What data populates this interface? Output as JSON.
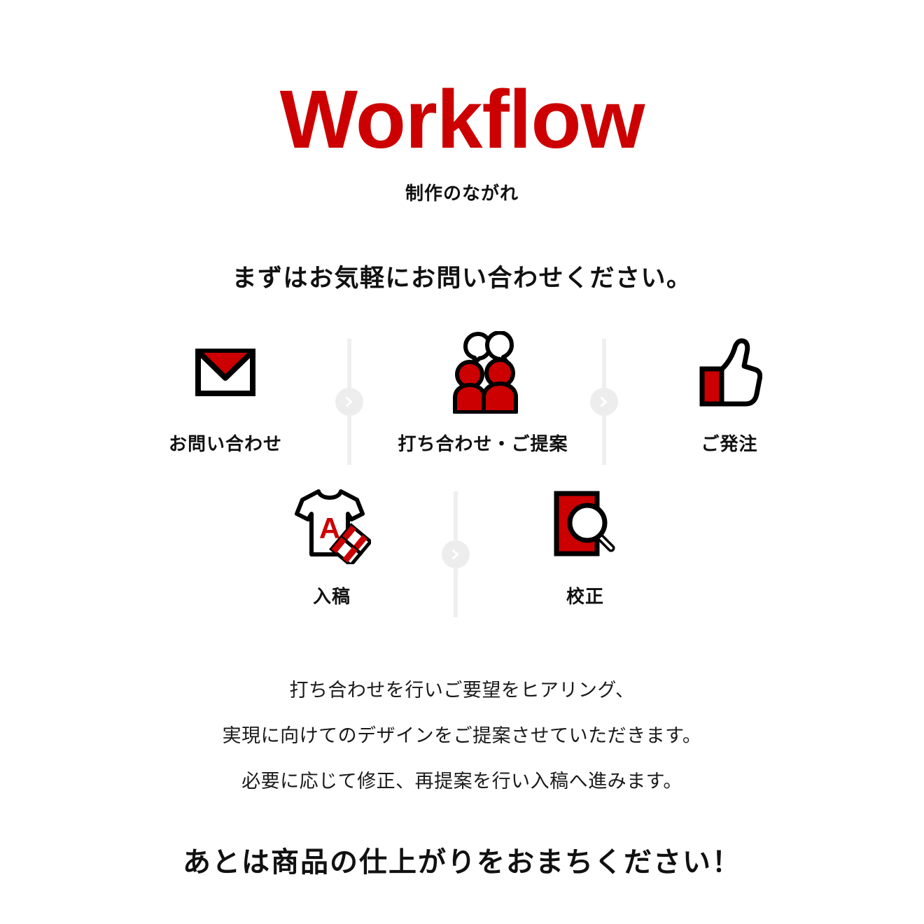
{
  "header": {
    "title": "Workflow",
    "title_color": "#CC0000",
    "subtitle": "制作のながれ"
  },
  "lead": "まずはお気軽にお問い合わせください。",
  "steps": [
    {
      "id": 1,
      "icon": "envelope-icon",
      "label": "お問い合わせ"
    },
    {
      "id": 2,
      "icon": "meeting-people-icon",
      "label": "打ち合わせ・ご提案"
    },
    {
      "id": 3,
      "icon": "thumbs-up-icon",
      "label": "ご発注"
    },
    {
      "id": 4,
      "icon": "tshirt-design-icon",
      "label": "入稿"
    },
    {
      "id": 5,
      "icon": "proofread-magnifier-icon",
      "label": "校正"
    }
  ],
  "connectors": [
    {
      "id": 1,
      "icon": "chevron-right-icon"
    },
    {
      "id": 2,
      "icon": "chevron-right-icon"
    },
    {
      "id": 3,
      "icon": "chevron-right-icon"
    }
  ],
  "description": {
    "line1": "打ち合わせを行いご要望をヒアリング、",
    "line2": "実現に向けてのデザインをご提案させていただきます。",
    "line3": "必要に応じて修正、再提案を行い入稿へ進みます。"
  },
  "closing": "あとは商品の仕上がりをおまちください！",
  "colors": {
    "accent_red": "#CC0000",
    "text": "#111111",
    "connector_line": "#efefef",
    "connector_badge": "#ededed",
    "background": "#ffffff"
  },
  "tshirt_letter": "A"
}
